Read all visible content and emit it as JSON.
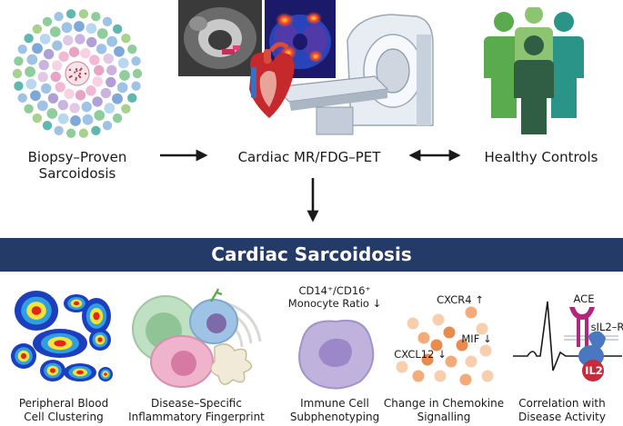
{
  "top": {
    "left_label_1": "Biopsy–Proven",
    "left_label_2": "Sarcoidosis",
    "center_label": "Cardiac MR/FDG–PET",
    "right_label": "Healthy Controls"
  },
  "banner": {
    "title": "Cardiac Sarcoidosis"
  },
  "panels": {
    "clustering": {
      "line1": "Peripheral Blood",
      "line2": "Cell Clustering"
    },
    "fingerprint": {
      "line1": "Disease–Specific",
      "line2": "Inflammatory Fingerprint"
    },
    "immune": {
      "ratio_line1": "CD14⁺/CD16⁺",
      "ratio_line2": "Monocyte Ratio ↓",
      "line1": "Immune Cell",
      "line2": "Subphenotyping"
    },
    "chemokine": {
      "cxcr4": "CXCR4 ↑",
      "mif": "MIF ↓",
      "cxcl12": "CXCL12 ↓",
      "line1": "Change in Chemokine",
      "line2": "Signalling"
    },
    "activity": {
      "ace": "ACE",
      "sil2r": "sIL2–R",
      "il2": "IL2",
      "line1": "Correlation with",
      "line2": "Disease Activity"
    }
  },
  "colors": {
    "banner": "#243a67",
    "arrow": "#1a1a1a",
    "people": [
      "#5aab4e",
      "#2a9488",
      "#8dc472",
      "#2f5e45"
    ]
  }
}
